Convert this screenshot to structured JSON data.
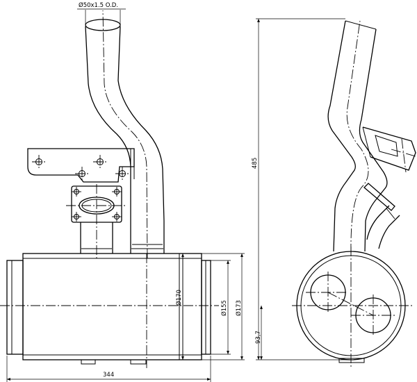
{
  "drawing": {
    "tube_spec": "Ø50x1.5 O.D.",
    "dim_overall_length": "344",
    "dim_dia_170": "Ø170",
    "dim_dia_155": "Ø155",
    "dim_dia_173": "Ø173",
    "dim_height": "485",
    "dim_center_height": "93,7"
  }
}
